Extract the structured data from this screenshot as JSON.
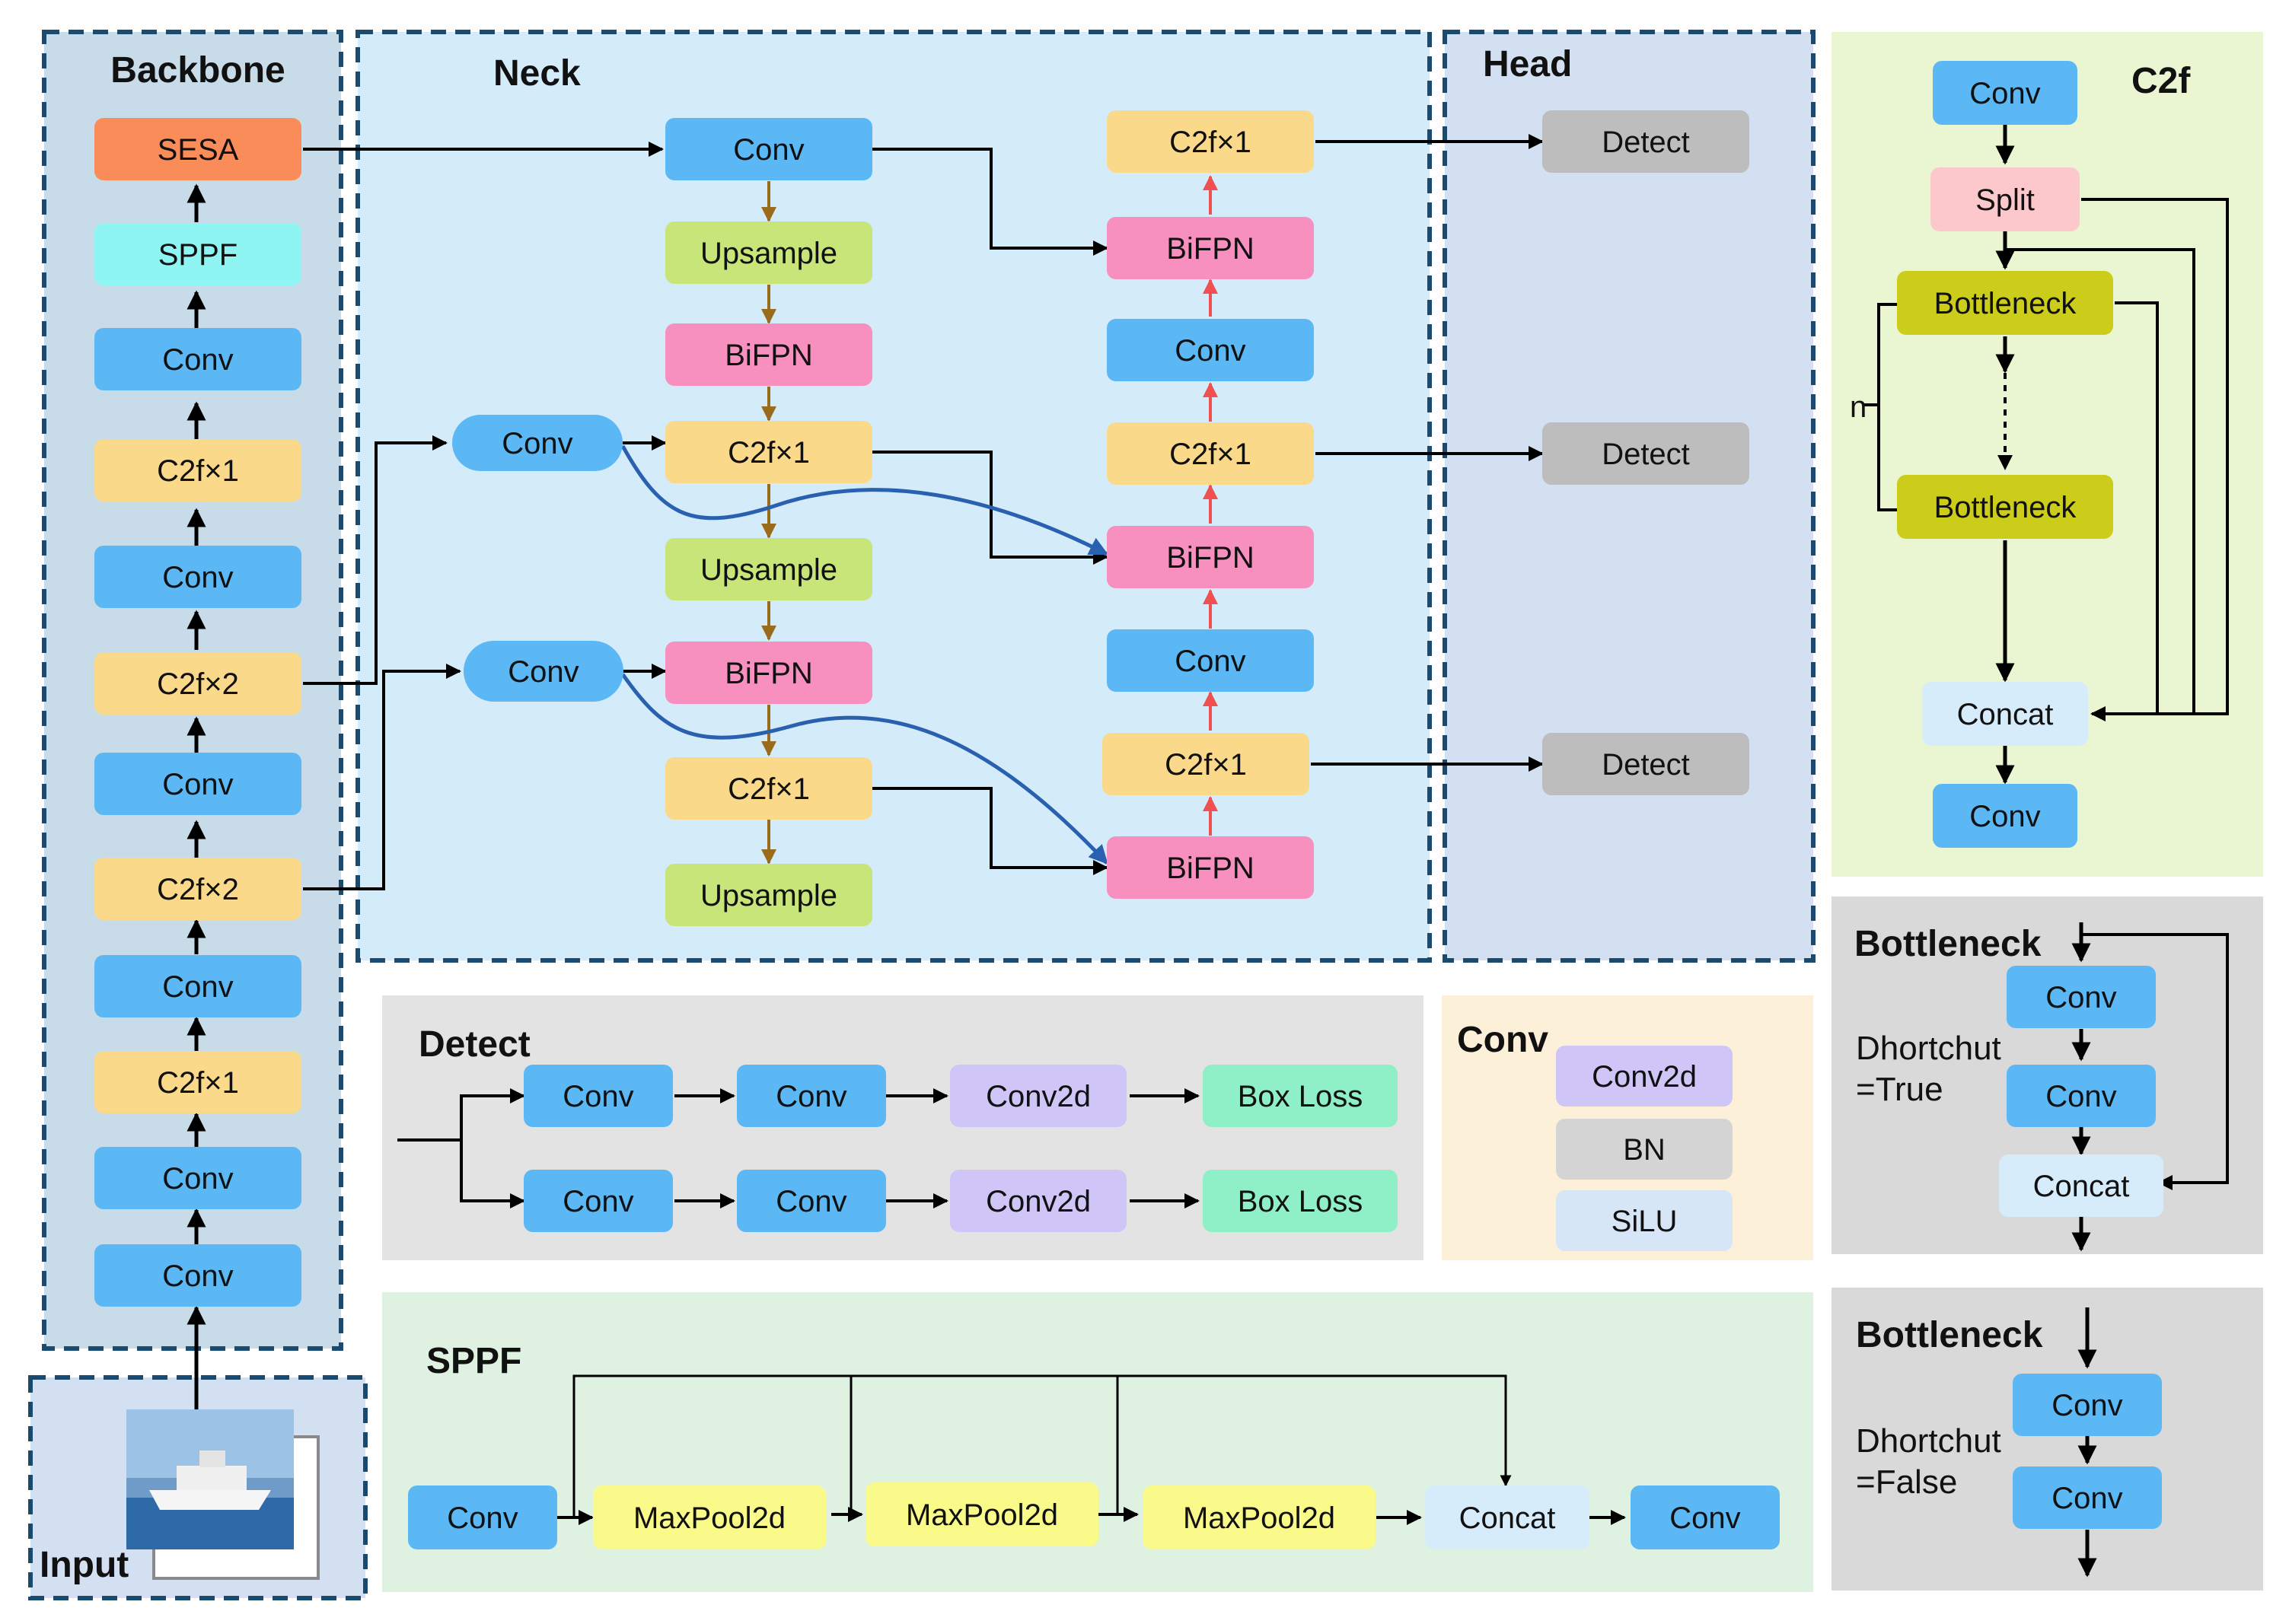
{
  "panels": {
    "backbone": "Backbone",
    "neck": "Neck",
    "head": "Head",
    "c2f": "C2f",
    "input": "Input",
    "detect": "Detect",
    "conv": "Conv",
    "sppf": "SPPF",
    "bottleneck_true": "Bottleneck",
    "bottleneck_false": "Bottleneck"
  },
  "backbone": {
    "blocks": [
      "SESA",
      "SPPF",
      "Conv",
      "C2f×1",
      "Conv",
      "C2f×2",
      "Conv",
      "C2f×2",
      "Conv",
      "C2f×1",
      "Conv",
      "Conv"
    ]
  },
  "neck": {
    "left_column": [
      "Conv",
      "Upsample",
      "BiFPN",
      "C2f×1",
      "Upsample",
      "BiFPN",
      "C2f×1",
      "Upsample"
    ],
    "lateral": [
      "Conv",
      "Conv"
    ],
    "right_column": [
      "C2f×1",
      "BiFPN",
      "Conv",
      "C2f×1",
      "BiFPN",
      "Conv",
      "C2f×1",
      "BiFPN"
    ]
  },
  "head": {
    "outputs": [
      "Detect",
      "Detect",
      "Detect"
    ]
  },
  "c2f_module": {
    "blocks": [
      "Conv",
      "Split",
      "Bottleneck",
      "Bottleneck",
      "Concat",
      "Conv"
    ],
    "repeat_label": "n"
  },
  "detect_module": {
    "row1": [
      "Conv",
      "Conv",
      "Conv2d",
      "Box Loss"
    ],
    "row2": [
      "Conv",
      "Conv",
      "Conv2d",
      "Box Loss"
    ]
  },
  "conv_module": {
    "layers": [
      "Conv2d",
      "BN",
      "SiLU"
    ]
  },
  "sppf_module": {
    "blocks": [
      "Conv",
      "MaxPool2d",
      "MaxPool2d",
      "MaxPool2d",
      "Concat",
      "Conv"
    ]
  },
  "bottleneck_true": {
    "label_line1": "Dhortchut",
    "label_line2": "=True",
    "blocks": [
      "Conv",
      "Conv",
      "Concat"
    ]
  },
  "bottleneck_false": {
    "label_line1": "Dhortchut",
    "label_line2": "=False",
    "blocks": [
      "Conv",
      "Conv"
    ]
  },
  "colors": {
    "conv": "#5bb8f5",
    "c2f": "#fad98a",
    "bifpn": "#f78fbf",
    "upsample": "#c8e57a",
    "sesa": "#fa8c5a",
    "sppf": "#8ff5f2",
    "detect": "#bdbdbd",
    "split": "#fcc8cc",
    "bottleneck": "#cccc1a",
    "concat": "#d6ecfa",
    "conv2d": "#cfc6f7",
    "boxloss": "#8ff0c8",
    "maxpool": "#fafa8a",
    "bn": "#d4d4d4",
    "silu": "#d6e6f7",
    "backbone_bg": "#c7dbe8",
    "neck_bg": "#d4ebfa",
    "head_bg": "#d3e0f2",
    "c2f_bg": "#eaf5d2",
    "gray_bg": "#d9d9d9",
    "conv_panel_bg": "#fdf0d8",
    "sppf_bg": "#dff2e2",
    "dashed_border": "#1a4a6e",
    "arrow_brown": "#9a6b1a",
    "arrow_red": "#f05050",
    "arrow_blue": "#2a60b0",
    "arrow_black": "#000000"
  }
}
